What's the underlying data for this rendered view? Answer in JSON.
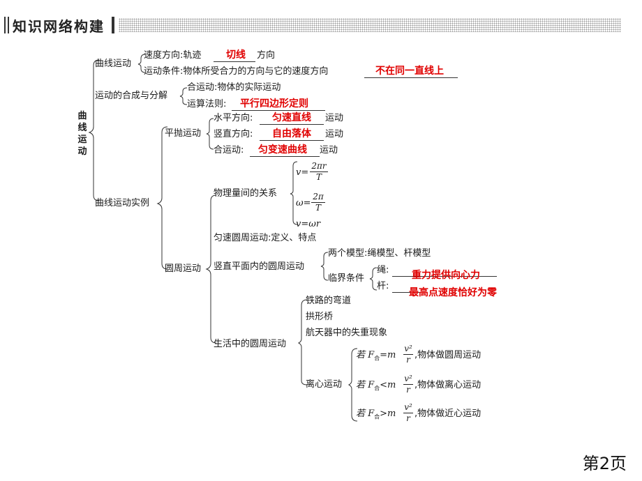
{
  "header": {
    "title": "知识网络构建"
  },
  "root": "曲线运动",
  "curve_motion": {
    "label": "曲线运动",
    "dir_prefix": "速度方向:轨迹",
    "dir_answer": "切线",
    "dir_suffix": "方向",
    "cond_prefix": "运动条件:物体所受合力的方向与它的速度方向",
    "cond_answer": "不在同一直线上"
  },
  "composition": {
    "label": "运动的合成与分解",
    "combined": "合运动:物体的实际运动",
    "rule_prefix": "运算法则:",
    "rule_answer": "平行四边形定则"
  },
  "examples": {
    "label": "曲线运动实例",
    "projectile": {
      "label": "平抛运动",
      "horizontal_prefix": "水平方向:",
      "horizontal_answer": "匀速直线",
      "horizontal_suffix": "运动",
      "vertical_prefix": "竖直方向:",
      "vertical_answer": "自由落体",
      "vertical_suffix": "运动",
      "combined_prefix": "合运动:",
      "combined_answer": "匀变速曲线",
      "combined_suffix": "运动"
    },
    "circular": {
      "label": "圆周运动",
      "quantities": {
        "label": "物理量间的关系",
        "v_lhs": "v=",
        "v_num": "2πr",
        "v_den": "T",
        "w_lhs": "ω=",
        "w_num": "2π",
        "w_den": "T",
        "v_omega": "v=ωr"
      },
      "uniform": "匀速圆周运动:定义、特点",
      "vertical_plane": {
        "label": "竖直平面内的圆周运动",
        "models": "两个模型:绳模型、杆模型",
        "critical_label": "临界条件",
        "rope_prefix": "绳:",
        "rope_answer": "重力提供向心力",
        "rod_prefix": "杆:",
        "rod_answer": "最高点速度恰好为零"
      },
      "life": {
        "label": "生活中的圆周运动",
        "items": [
          "铁路的弯道",
          "拱形桥",
          "航天器中的失重现象"
        ],
        "centrifugal": {
          "label": "离心运动",
          "case1_pre": "若 F",
          "case1_sub": "合",
          "case1_op": "=m",
          "case1_num": "v²",
          "case1_den": "r",
          "case1_post": ",物体做圆周运动",
          "case2_pre": "若 F",
          "case2_sub": "合",
          "case2_op": "<m",
          "case2_num": "v²",
          "case2_den": "r",
          "case2_post": ",物体做离心运动",
          "case3_pre": "若 F",
          "case3_sub": "合",
          "case3_op": ">m",
          "case3_num": "v²",
          "case3_den": "r",
          "case3_post": ",物体做近心运动"
        }
      }
    }
  },
  "page_number": "第2页",
  "colors": {
    "answer": "#e00000",
    "text": "#1a1a1a",
    "lines": "#333333"
  }
}
